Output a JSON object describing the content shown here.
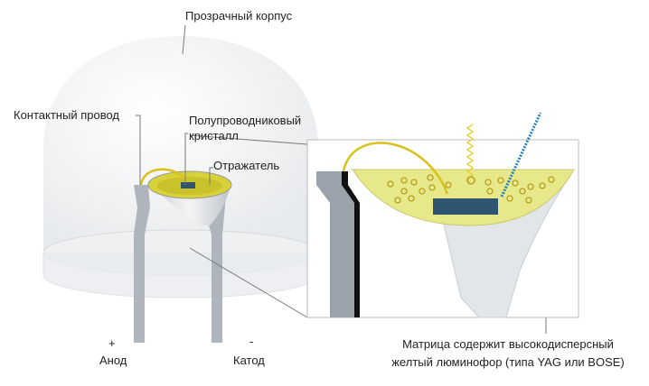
{
  "labels": {
    "housing": "Прозрачный корпус",
    "wire": "Контактный провод",
    "crystal_line1": "Полупроводниковый",
    "crystal_line2": "кристалл",
    "reflector": "Отражатель",
    "anode_sign": "+",
    "anode": "Анод",
    "cathode_sign": "-",
    "cathode": "Катод",
    "matrix_line1": "Матрица содержит высокодисперсный",
    "matrix_line2": "желтый люминофор (типа YAG или BOSE)"
  },
  "colors": {
    "phosphor": "#e6e88a",
    "wire": "#d8c21a",
    "chip": "#2f5570",
    "blue_light": "#2a7fc0",
    "yellow_light": "#e8d23a"
  }
}
